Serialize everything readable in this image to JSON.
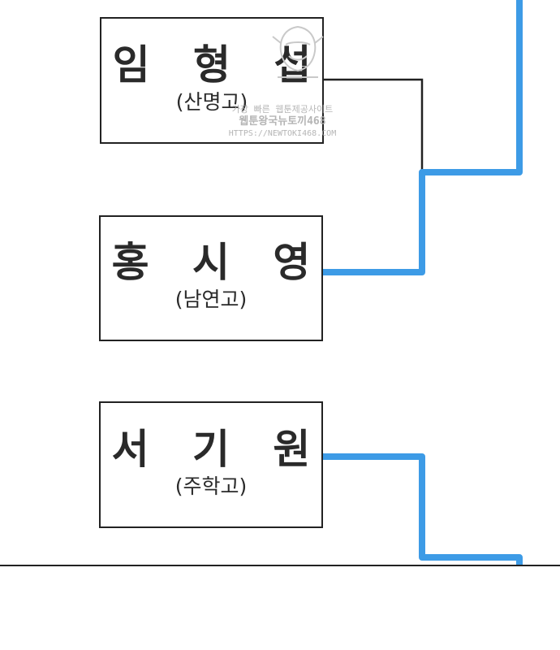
{
  "bracket": {
    "players": [
      {
        "name": "임 형 섭",
        "school": "(산명고)"
      },
      {
        "name": "홍 시 영",
        "school": "(남연고)"
      },
      {
        "name": "서 기 원",
        "school": "(주학고)"
      }
    ]
  },
  "watermark": {
    "line1": "가장 빠른 웹툰제공사이트",
    "line2": "웹툰왕국뉴토끼468",
    "line3": "HTTPS://NEWTOKI468.COM"
  },
  "colors": {
    "winner_path": "#3d9be6",
    "bracket_line": "#222222",
    "box_border": "#222222",
    "text": "#2a2a2a",
    "watermark": "#a9a9a9"
  }
}
